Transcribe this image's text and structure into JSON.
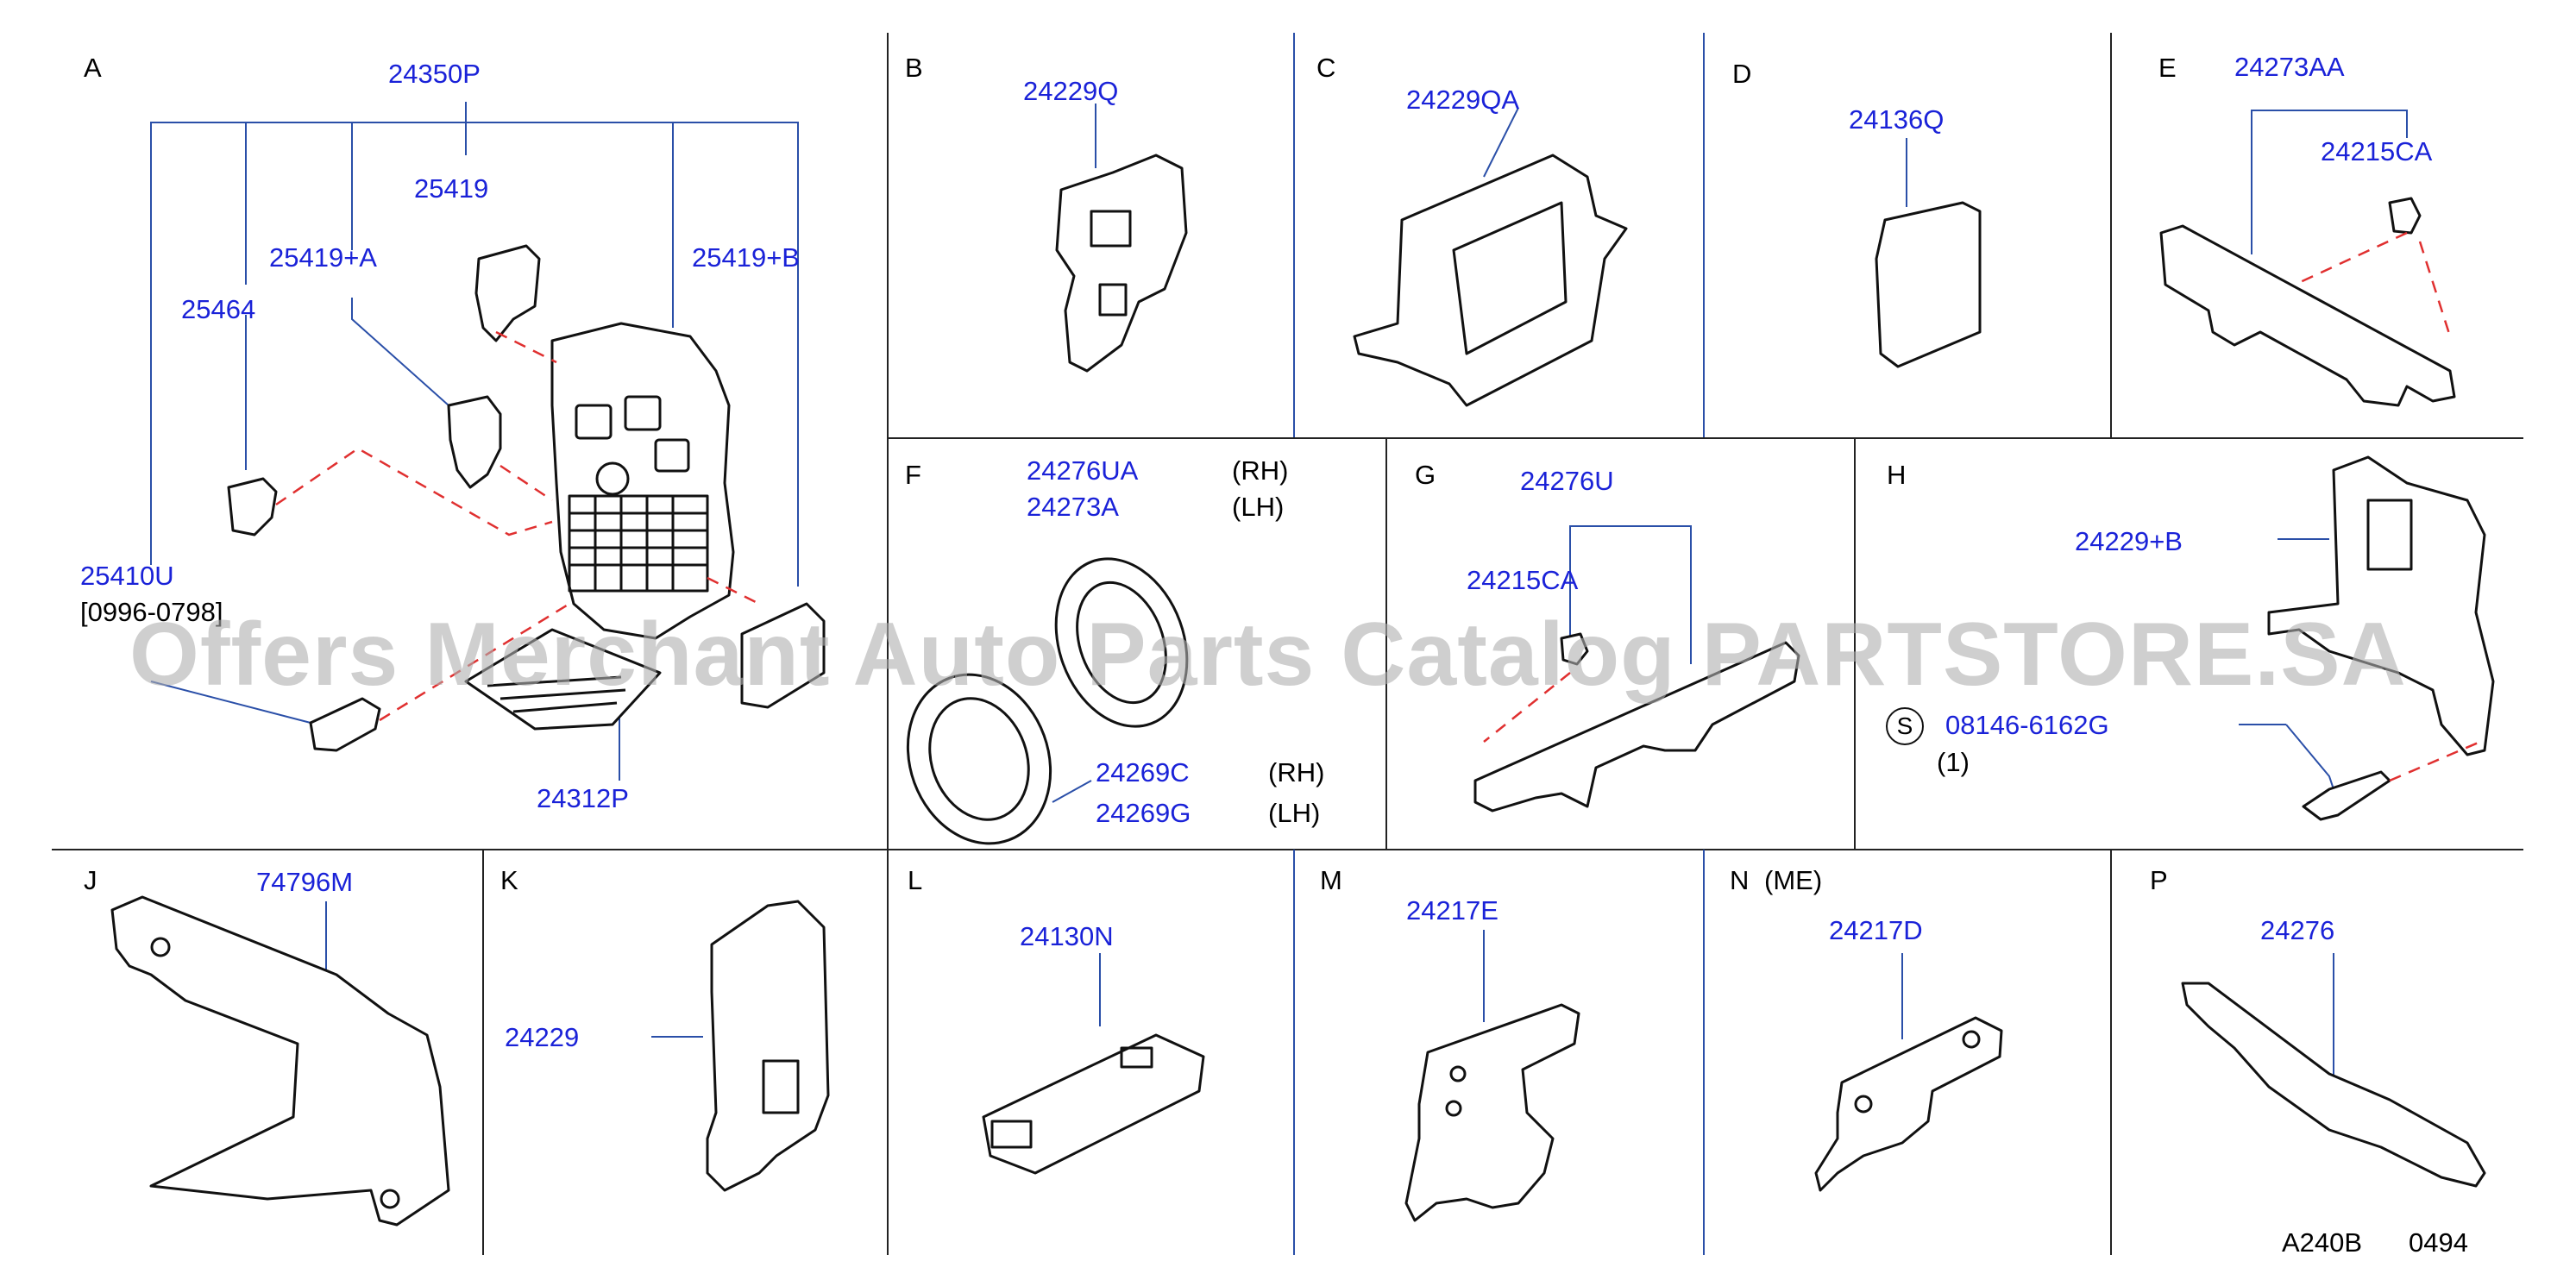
{
  "sections": {
    "A": {
      "letter": "A",
      "parts": {
        "p1": "24350P",
        "p2": "25419",
        "p3": "25419+A",
        "p4": "25464",
        "p5": "25419+B",
        "p6": "25410U",
        "p7": "24312P"
      },
      "note": "[0996-0798]"
    },
    "B": {
      "letter": "B",
      "parts": {
        "p1": "24229Q"
      }
    },
    "C": {
      "letter": "C",
      "parts": {
        "p1": "24229QA"
      }
    },
    "D": {
      "letter": "D",
      "parts": {
        "p1": "24136Q"
      }
    },
    "E": {
      "letter": "E",
      "parts": {
        "p1": "24273AA",
        "p2": "24215CA"
      }
    },
    "F": {
      "letter": "F",
      "parts": {
        "p1": "24276UA",
        "p2": "24273A",
        "p3": "24269C",
        "p4": "24269G"
      },
      "sides": {
        "s1": "(RH)",
        "s2": "(LH)",
        "s3": "(RH)",
        "s4": "(LH)"
      }
    },
    "G": {
      "letter": "G",
      "parts": {
        "p1": "24276U",
        "p2": "24215CA"
      }
    },
    "H": {
      "letter": "H",
      "parts": {
        "p1": "24229+B",
        "p2": "08146-6162G"
      },
      "qty": "(1)",
      "symbol": "S"
    },
    "J": {
      "letter": "J",
      "parts": {
        "p1": "74796M"
      }
    },
    "K": {
      "letter": "K",
      "parts": {
        "p1": "24229"
      }
    },
    "L": {
      "letter": "L",
      "parts": {
        "p1": "24130N"
      }
    },
    "M": {
      "letter": "M",
      "parts": {
        "p1": "24217E"
      }
    },
    "N": {
      "letter": "N",
      "parts": {
        "p1": "24217D"
      },
      "variant": "(ME)"
    },
    "P": {
      "letter": "P",
      "parts": {
        "p1": "24276"
      }
    }
  },
  "footer": {
    "code": "A240B",
    "number": "0494"
  },
  "watermark": "Offers Merchant Auto Parts Catalog PARTSTORE.SA",
  "colors": {
    "part_number": "#1a22d8",
    "leader": "#2a4fa8",
    "dashed_line": "#e03030",
    "watermark": "#afafaf"
  }
}
